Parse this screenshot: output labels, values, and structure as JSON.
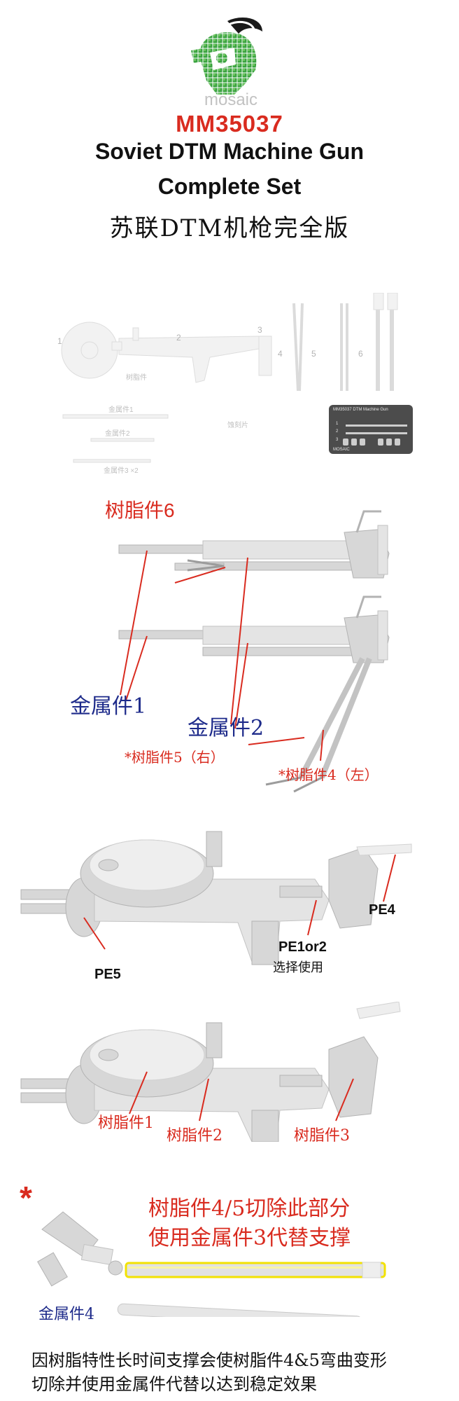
{
  "header": {
    "brand": "mosaic",
    "code": "MM35037",
    "title_line1": "Soviet DTM  Machine Gun",
    "title_line2": "Complete  Set",
    "title_cn": "苏联DTM机枪完全版"
  },
  "parts_overview": {
    "numbers": [
      "1",
      "2",
      "3",
      "4",
      "5",
      "6"
    ],
    "resin_label": "树脂件",
    "metal_labels": [
      "金属件1",
      "金属件2",
      "金属件3 ×2"
    ],
    "pe_label": "蚀刻片",
    "pe_sheet": {
      "title": "MM35037  DTM Machine Gun",
      "rows": [
        "1",
        "2",
        "3"
      ],
      "brand": "MOSAIC"
    }
  },
  "section1": {
    "resin6": "树脂件6",
    "metal1": "金属件1",
    "metal2": "金属件2",
    "resin5": "*树脂件5（右）",
    "resin4": "*树脂件4（左）"
  },
  "section2": {
    "pe4": "PE4",
    "pe5": "PE5",
    "pe1": "PE1or2",
    "pe1_note": "选择使用"
  },
  "section3": {
    "resin1": "树脂件1",
    "resin2": "树脂件2",
    "resin3": "树脂件3"
  },
  "section4": {
    "asterisk": "*",
    "note_line1": "树脂件4/5切除此部分",
    "note_line2": "使用金属件3代替支撑",
    "metal4": "金属件4"
  },
  "footer": {
    "line1": "因树脂特性长时间支撑会使树脂件4&5弯曲变形",
    "line2": "切除并使用金属件代替以达到稳定效果"
  },
  "colors": {
    "brand_green": "#3aa340",
    "code_red": "#d92b1f",
    "label_blue": "#1d2a8a",
    "highlight_yellow": "#f2e200"
  }
}
